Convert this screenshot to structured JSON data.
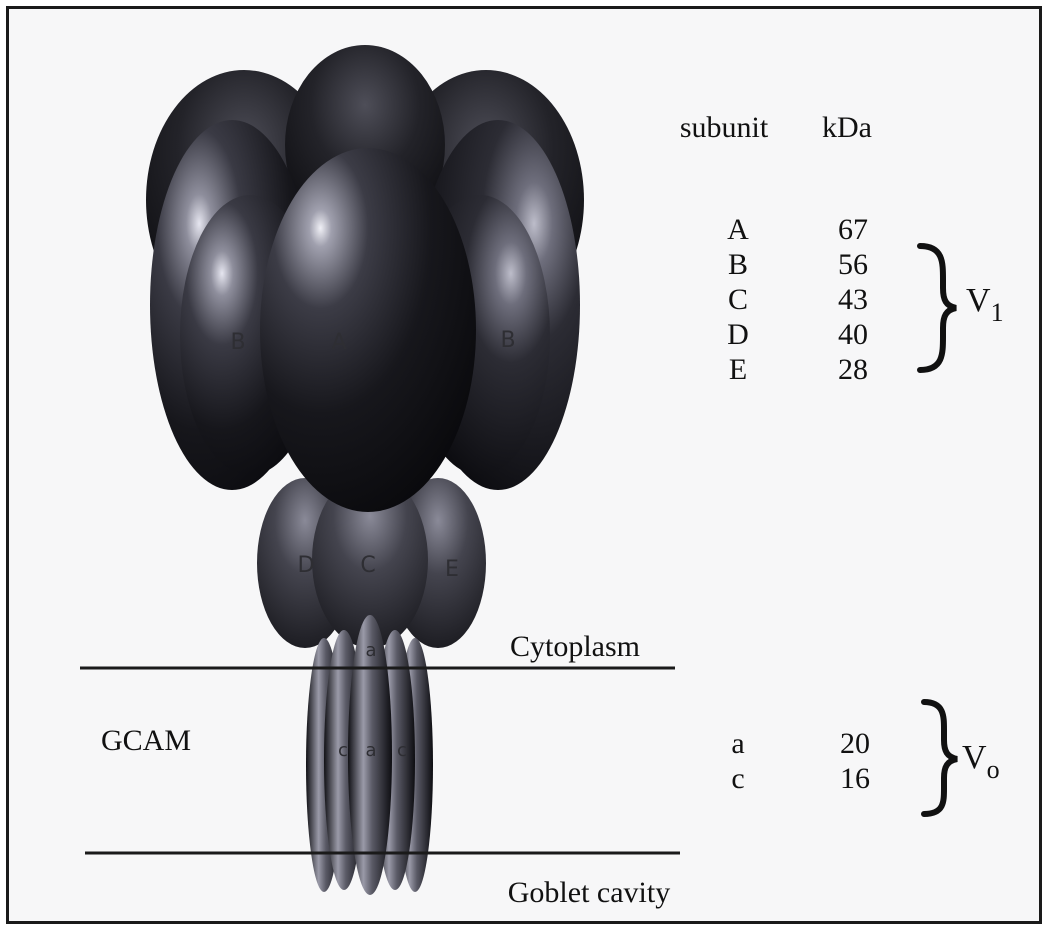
{
  "diagram": {
    "subunit_labels": {
      "b_left": "B",
      "a": "A",
      "b_right": "B",
      "d": "D",
      "c": "C",
      "e": "E",
      "a_upper": "a",
      "c_left": "c",
      "a_lower": "a",
      "c_right": "c"
    },
    "membrane": {
      "cytoplasm": "Cytoplasm",
      "gcam": "GCAM",
      "goblet_cavity": "Goblet cavity"
    }
  },
  "table": {
    "header_subunit": "subunit",
    "header_kda": "kDa",
    "v1_rows": [
      {
        "subunit": "A",
        "kda": "67"
      },
      {
        "subunit": "B",
        "kda": "56"
      },
      {
        "subunit": "C",
        "kda": "43"
      },
      {
        "subunit": "D",
        "kda": "40"
      },
      {
        "subunit": "E",
        "kda": "28"
      }
    ],
    "v0_rows": [
      {
        "subunit": "a",
        "kda": "20"
      },
      {
        "subunit": "c",
        "kda": "16"
      }
    ],
    "v1_group": {
      "letter": "V",
      "sub": "1"
    },
    "v0_group": {
      "letter": "V",
      "sub": "o"
    }
  },
  "colors": {
    "body_dark": "#121216",
    "body_mid": "#3a3a45",
    "highlight": "#d8d8e6",
    "line": "#1a1a1a"
  }
}
